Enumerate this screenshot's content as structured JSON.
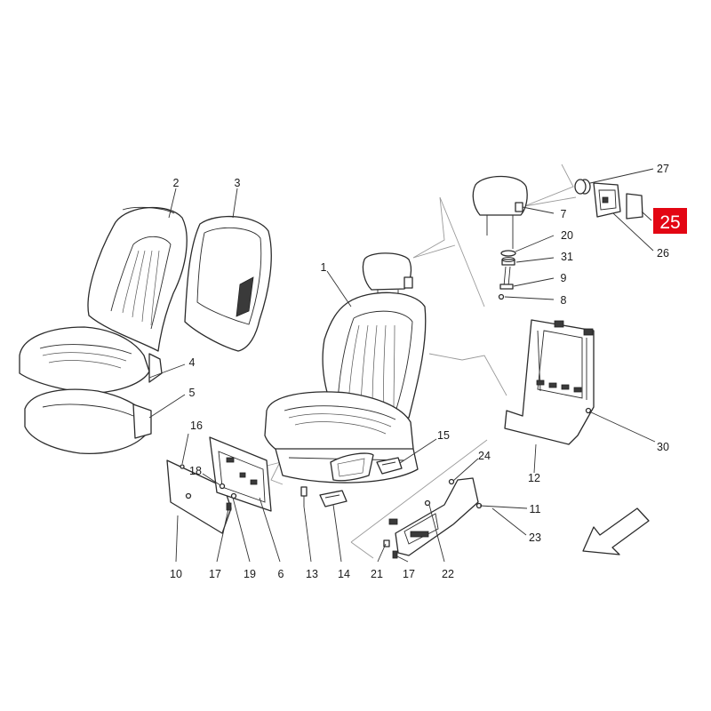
{
  "diagram": {
    "highlight_color": "#e30613",
    "highlighted_part": "25",
    "callouts": {
      "c1": "1",
      "c2": "2",
      "c3": "3",
      "c4": "4",
      "c5": "5",
      "c6": "6",
      "c7": "7",
      "c8": "8",
      "c9": "9",
      "c10": "10",
      "c11": "11",
      "c12": "12",
      "c13": "13",
      "c14": "14",
      "c15": "15",
      "c16": "16",
      "c17a": "17",
      "c17b": "17",
      "c18": "18",
      "c19": "19",
      "c20": "20",
      "c21": "21",
      "c22": "22",
      "c23": "23",
      "c24": "24",
      "c26": "26",
      "c27": "27",
      "c30": "30",
      "c31": "31"
    }
  }
}
